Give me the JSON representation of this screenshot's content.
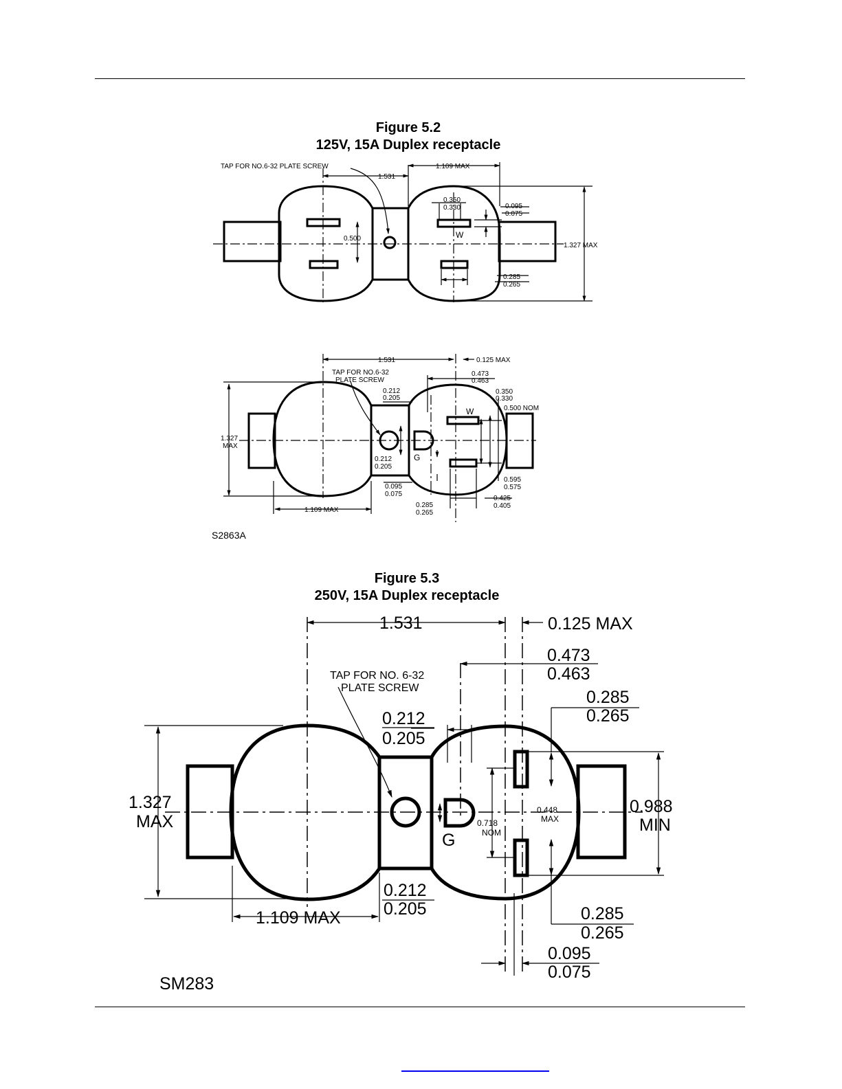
{
  "figure_5_2": {
    "title": "Figure 5.2",
    "subtitle": "125V, 15A Duplex receptacle",
    "top_view": {
      "tap_note": "TAP FOR NO.6-32 PLATE SCREW",
      "dim_1531": "1.531",
      "dim_1109": "1.109 MAX",
      "dim_0350": "0.350",
      "dim_0330": "0.330",
      "dim_0095": "0.095",
      "dim_0075": "0.075",
      "dim_0500": "0.500",
      "w_mark": "W",
      "dim_1327": "1.327 MAX",
      "dim_0285": "0.285",
      "dim_0265": "0.265"
    },
    "bottom_view": {
      "dim_1531": "1.531",
      "dim_0125": "0.125 MAX",
      "tap_note_1": "TAP FOR NO.6-32",
      "tap_note_2": "PLATE SCREW",
      "dim_0473": "0.473",
      "dim_0463": "0.463",
      "dim_0212_top": "0.212",
      "dim_0205_top": "0.205",
      "dim_0350": "0.350",
      "dim_0330": "0.330",
      "dim_0500nom": "0.500 NOM",
      "w_mark": "W",
      "dim_1327_a": "1.327",
      "dim_1327_b": "MAX",
      "g_mark": "G",
      "dim_0212_bot": "0.212",
      "dim_0205_bot": "0.205",
      "dim_0595": "0.595",
      "dim_0575": "0.575",
      "dim_0095": "0.095",
      "dim_0075": "0.075",
      "dim_0425": "0.425",
      "dim_0405": "0.405",
      "dim_0285": "0.285",
      "dim_0265": "0.265",
      "dim_1109": "1.109 MAX",
      "code": "S2863A"
    }
  },
  "figure_5_3": {
    "title": "Figure 5.3",
    "subtitle": "250V, 15A Duplex receptacle",
    "dim_1531": "1.531",
    "dim_0125": "0.125  MAX",
    "dim_0473": "0.473",
    "dim_0463": "0.463",
    "tap_note_1": "TAP  FOR  NO.  6-32",
    "tap_note_2": "PLATE  SCREW",
    "dim_0285_top": "0.285",
    "dim_0265_top": "0.265",
    "dim_0212_top": "0.212",
    "dim_0205_top": "0.205",
    "dim_1327_a": "1.327",
    "dim_1327_b": "MAX",
    "dim_0448_a": "0.448",
    "dim_0448_b": "MAX",
    "dim_0988_a": "0.988",
    "dim_0988_b": "MIN",
    "dim_0718_a": "0.718",
    "dim_0718_b": "NOM",
    "g_mark": "G",
    "dim_1109": "1.109  MAX",
    "dim_0212_bot": "0.212",
    "dim_0205_bot": "0.205",
    "dim_0285_bot": "0.285",
    "dim_0265_bot": "0.265",
    "dim_0095": "0.095",
    "dim_0075": "0.075",
    "code": "SM283"
  }
}
